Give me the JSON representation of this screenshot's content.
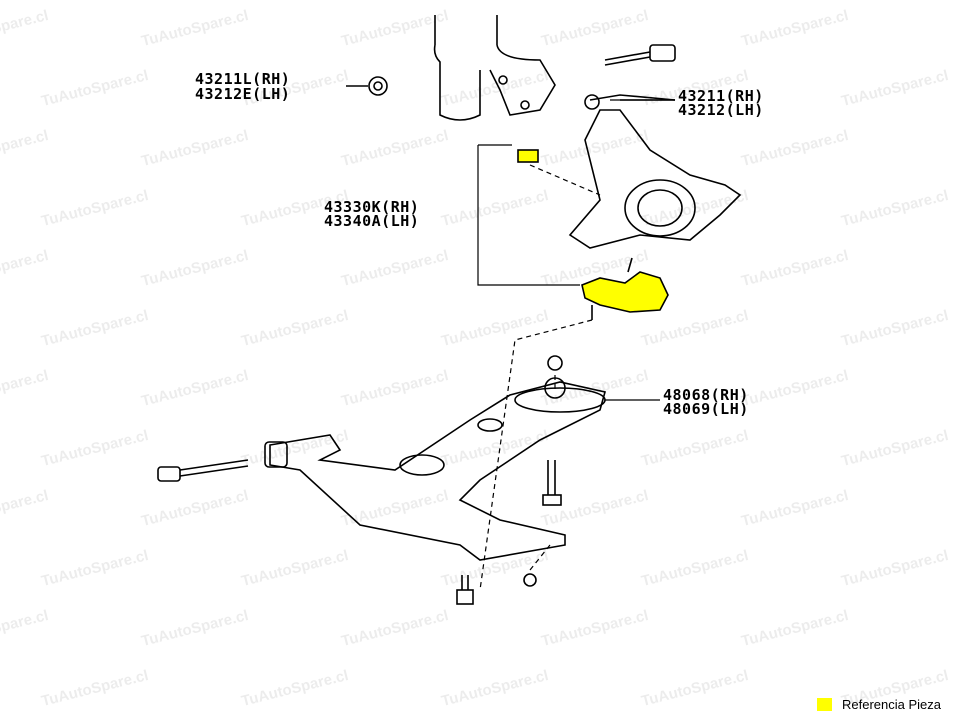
{
  "watermark": "TuAutoSpare.cl",
  "colors": {
    "highlight": "#ffff00",
    "line": "#000000"
  },
  "parts": [
    {
      "id": "nut",
      "rh": "43211L(RH)",
      "lh": "43212E(LH)"
    },
    {
      "id": "knuckle",
      "rh": "43211(RH)",
      "lh": "43212(LH)"
    },
    {
      "id": "ball-joint",
      "rh": "43330K(RH)",
      "lh": "43340A(LH)",
      "highlighted": true
    },
    {
      "id": "lower-arm",
      "rh": "48068(RH)",
      "lh": "48069(LH)"
    }
  ],
  "legend": {
    "label": "Referencia Pieza"
  }
}
